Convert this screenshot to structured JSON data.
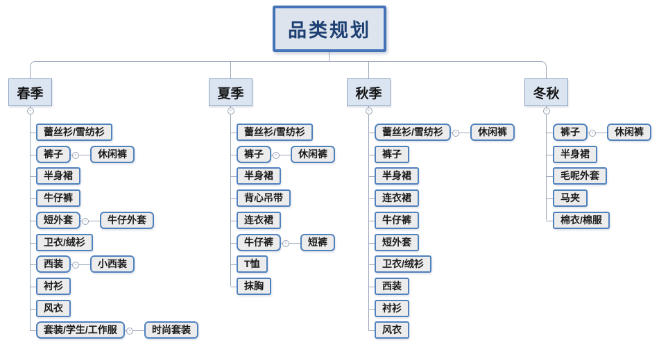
{
  "icons": {
    "collapse_toggle": "-"
  },
  "colors": {
    "node_border": "#4f81bd",
    "root_border": "#4473b8",
    "root_fill": "#dde4ee",
    "season_fill": "#dbe5f1",
    "child_fill": "#ececec",
    "connector": "#98a3b8"
  },
  "diagram": {
    "root": {
      "label": "品类规划"
    },
    "seasons": [
      {
        "label": "春季",
        "children": [
          {
            "label": "蕾丝衫/雪纺衫"
          },
          {
            "label": "裤子",
            "sub": {
              "label": "休闲裤"
            }
          },
          {
            "label": "半身裙"
          },
          {
            "label": "牛仔裤"
          },
          {
            "label": "短外套",
            "sub": {
              "label": "牛仔外套"
            }
          },
          {
            "label": "卫衣/绒衫"
          },
          {
            "label": "西装",
            "sub": {
              "label": "小西装"
            }
          },
          {
            "label": "衬衫"
          },
          {
            "label": "风衣"
          },
          {
            "label": "套装/学生/工作服",
            "sub": {
              "label": "时尚套装"
            }
          }
        ]
      },
      {
        "label": "夏季",
        "children": [
          {
            "label": "蕾丝衫/雪纺衫"
          },
          {
            "label": "裤子",
            "sub": {
              "label": "休闲裤"
            }
          },
          {
            "label": "半身裙"
          },
          {
            "label": "背心吊带"
          },
          {
            "label": "连衣裙"
          },
          {
            "label": "牛仔裤",
            "sub": {
              "label": "短裤"
            }
          },
          {
            "label": "T恤"
          },
          {
            "label": "抹胸"
          }
        ]
      },
      {
        "label": "秋季",
        "children": [
          {
            "label": "蕾丝衫/雪纺衫",
            "sub": {
              "label": "休闲裤"
            }
          },
          {
            "label": "裤子"
          },
          {
            "label": "半身裙"
          },
          {
            "label": "连衣裙"
          },
          {
            "label": "牛仔裤"
          },
          {
            "label": "短外套"
          },
          {
            "label": "卫衣/绒衫"
          },
          {
            "label": "西装"
          },
          {
            "label": "衬衫"
          },
          {
            "label": "风衣"
          }
        ]
      },
      {
        "label": "冬秋",
        "children": [
          {
            "label": "裤子",
            "sub": {
              "label": "休闲裤"
            }
          },
          {
            "label": "半身裙"
          },
          {
            "label": "毛呢外套"
          },
          {
            "label": "马夹"
          },
          {
            "label": "棉衣/棉服"
          }
        ]
      }
    ]
  }
}
